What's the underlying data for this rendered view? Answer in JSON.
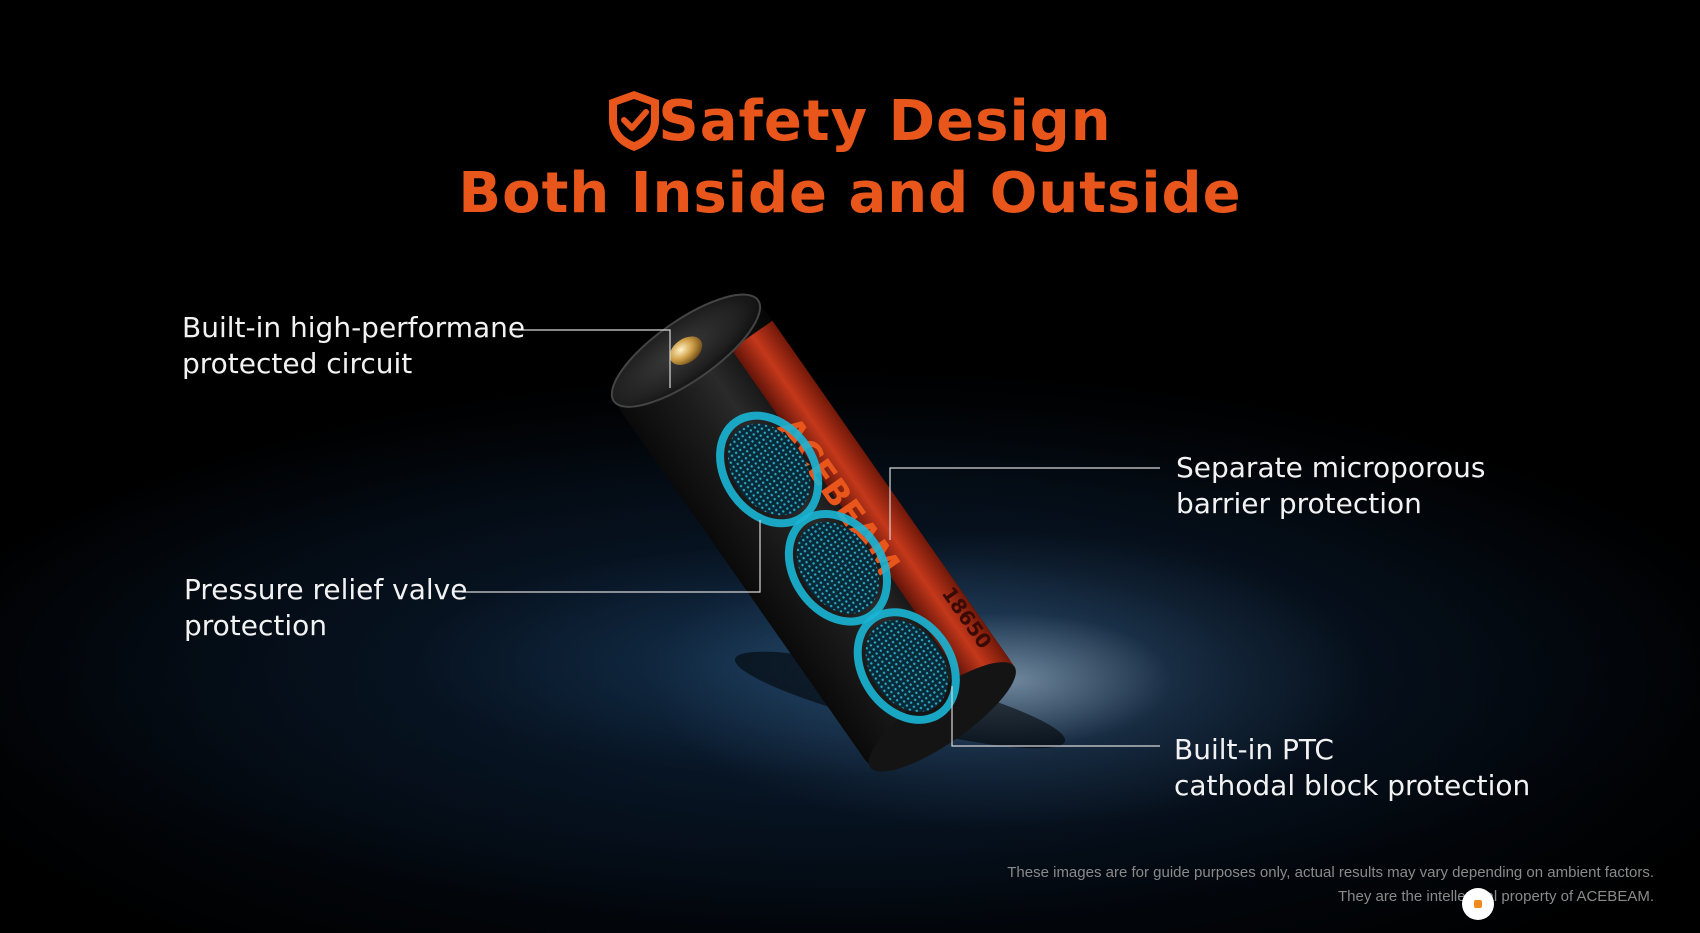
{
  "title": {
    "line1": "Safety Design",
    "line2": "Both Inside and Outside"
  },
  "icons": {
    "title_icon": "shield-check-icon"
  },
  "callouts": {
    "circuit": [
      "Built-in high-performane",
      "protected circuit"
    ],
    "barrier": [
      "Separate microporous",
      "barrier protection"
    ],
    "valve": [
      "Pressure relief valve",
      "protection"
    ],
    "ptc": [
      "Built-in PTC",
      "cathodal block protection"
    ]
  },
  "battery": {
    "brand": "ACEBEAM",
    "model": "18650"
  },
  "disclaimer": {
    "line1": "These images are for guide purposes only, actual results may vary depending on ambient factors.",
    "line2": "They are the intellectual property of ACEBEAM."
  },
  "colors": {
    "accent": "#e8561c",
    "battery_red": "#c8361c",
    "glow_cyan": "#19b6d6",
    "text": "#f2f2f2"
  }
}
